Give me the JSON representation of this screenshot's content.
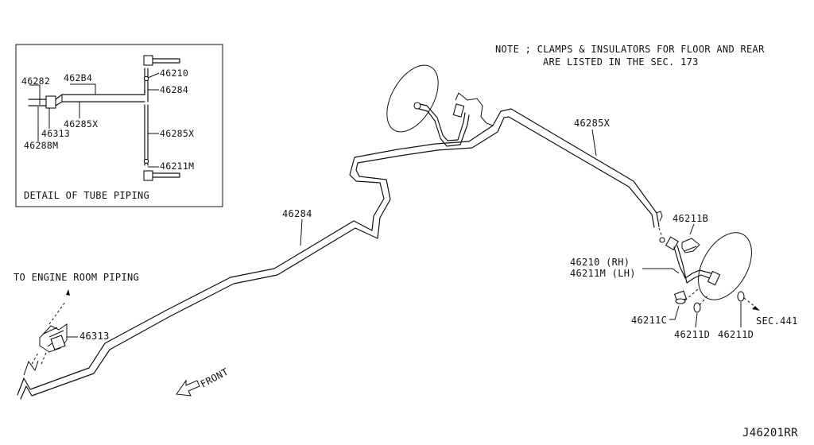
{
  "note": {
    "line1": "NOTE ; CLAMPS & INSULATORS FOR FLOOR AND REAR",
    "line2": "ARE LISTED IN THE SEC. 173"
  },
  "detail": {
    "caption": "DETAIL OF TUBE PIPING",
    "labels": {
      "p46282": "46282",
      "p46284_a": "462B4",
      "p46313": "46313",
      "p46288m": "46288M",
      "p46285x": "46285X",
      "p46210": "46210",
      "p46284_b": "46284",
      "p46285x_b": "46285X",
      "p46211m": "46211M"
    }
  },
  "main": {
    "labels": {
      "p46285x": "46285X",
      "p46284": "46284",
      "p46211b": "46211B",
      "p46210_rh": "46210  (RH)",
      "p46211m_lh": "46211M (LH)",
      "p46211c": "46211C",
      "p46211d_a": "46211D",
      "p46211d_b": "46211D",
      "sec441": "SEC.441",
      "p46313": "46313",
      "to_engine": "TO ENGINE ROOM PIPING",
      "front": "FRONT"
    }
  },
  "diagram_id": "J46201RR",
  "icons": [
    "front-arrow-icon",
    "direction-arrow-icon",
    "brake-disc-icon",
    "clamp-icon",
    "bolt-icon",
    "washer-icon"
  ]
}
